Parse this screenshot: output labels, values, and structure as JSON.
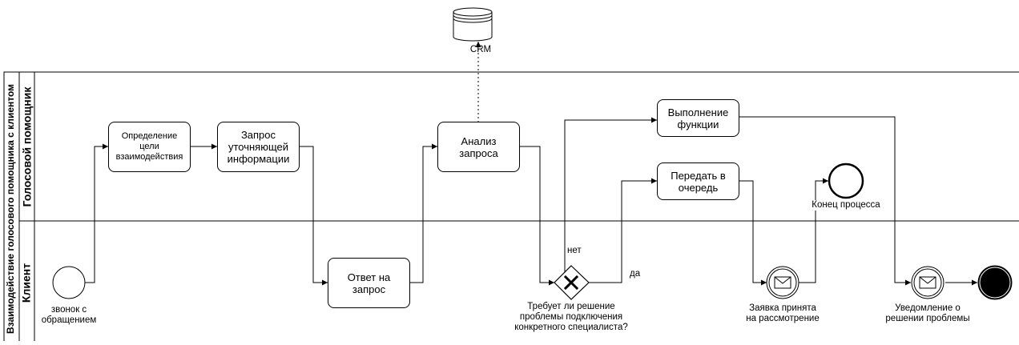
{
  "pool": {
    "title": "Взаимодействие голосового помощника с клиентом",
    "lanes": [
      "Голосовой помощник",
      "Клиент"
    ]
  },
  "datastore": {
    "label": "CRM"
  },
  "tasks": {
    "define_goal": "Определение\nцели\nвзаимодействия",
    "request_info": "Запрос\nуточняющей\nинформации",
    "analyze": "Анализ\nзапроса",
    "execute": "Выполнение\nфункции",
    "queue": "Передать в\nочередь",
    "answer": "Ответ на\nзапрос"
  },
  "events": {
    "start": "звонок с\nобращением",
    "end_process": "Конец процесса",
    "accepted": "Заявка принята\nна рассмотрение",
    "notify": "Уведомление о\nрешении проблемы"
  },
  "gateway": {
    "question": "Требует ли решение\nпроблемы подключения\nконкретного специалиста?",
    "no": "нет",
    "yes": "да"
  }
}
